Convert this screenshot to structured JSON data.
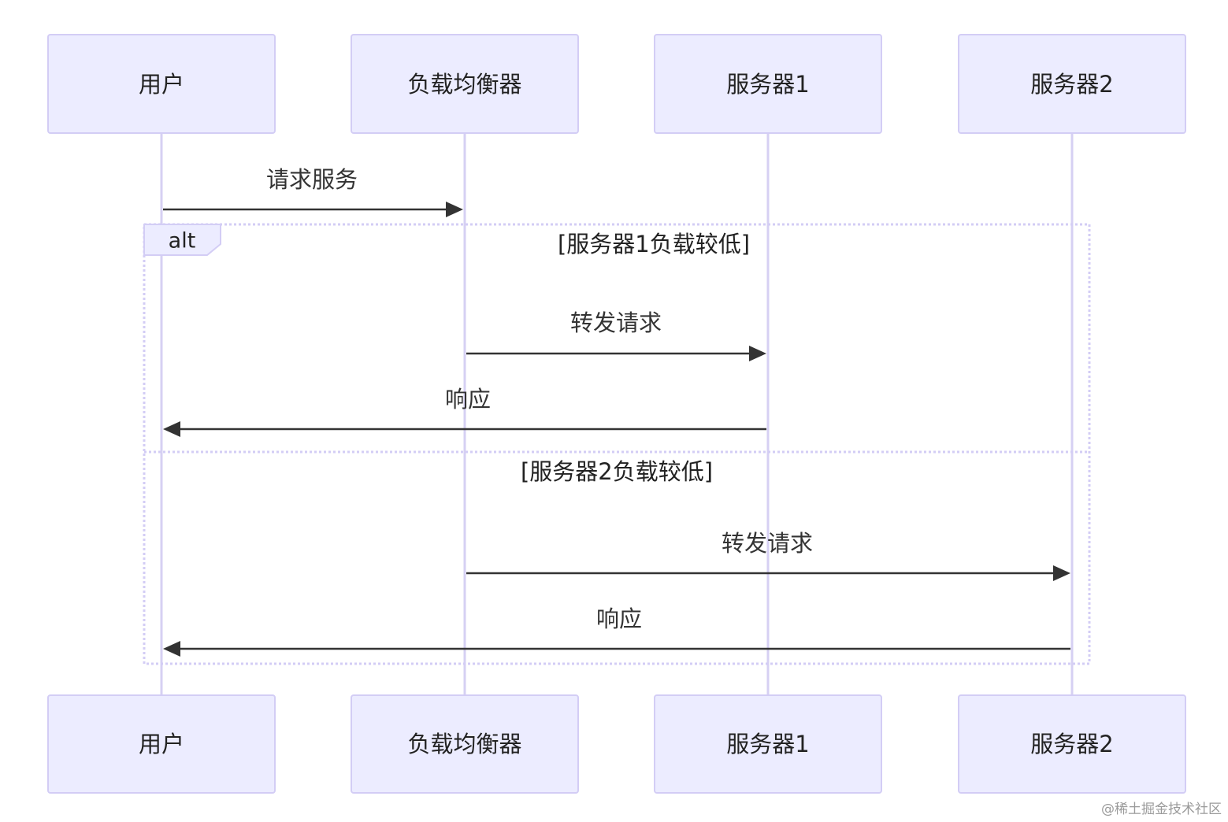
{
  "participants": [
    {
      "id": "user",
      "label": "用户"
    },
    {
      "id": "lb",
      "label": "负载均衡器"
    },
    {
      "id": "s1",
      "label": "服务器1"
    },
    {
      "id": "s2",
      "label": "服务器2"
    }
  ],
  "messages": [
    {
      "id": "m1",
      "from": "user",
      "to": "lb",
      "label": "请求服务"
    },
    {
      "id": "m2",
      "from": "lb",
      "to": "s1",
      "label": "转发请求"
    },
    {
      "id": "m3",
      "from": "s1",
      "to": "user",
      "label": "响应"
    },
    {
      "id": "m4",
      "from": "lb",
      "to": "s2",
      "label": "转发请求"
    },
    {
      "id": "m5",
      "from": "s2",
      "to": "user",
      "label": "响应"
    }
  ],
  "alt_frame": {
    "tag": "alt",
    "conditions": [
      "[服务器1负载较低]",
      "[服务器2负载较低]"
    ]
  },
  "watermark": "@稀土掘金技术社区",
  "colors": {
    "actor_fill": "#ececff",
    "actor_stroke": "#d3cdf5",
    "line": "#333333"
  }
}
